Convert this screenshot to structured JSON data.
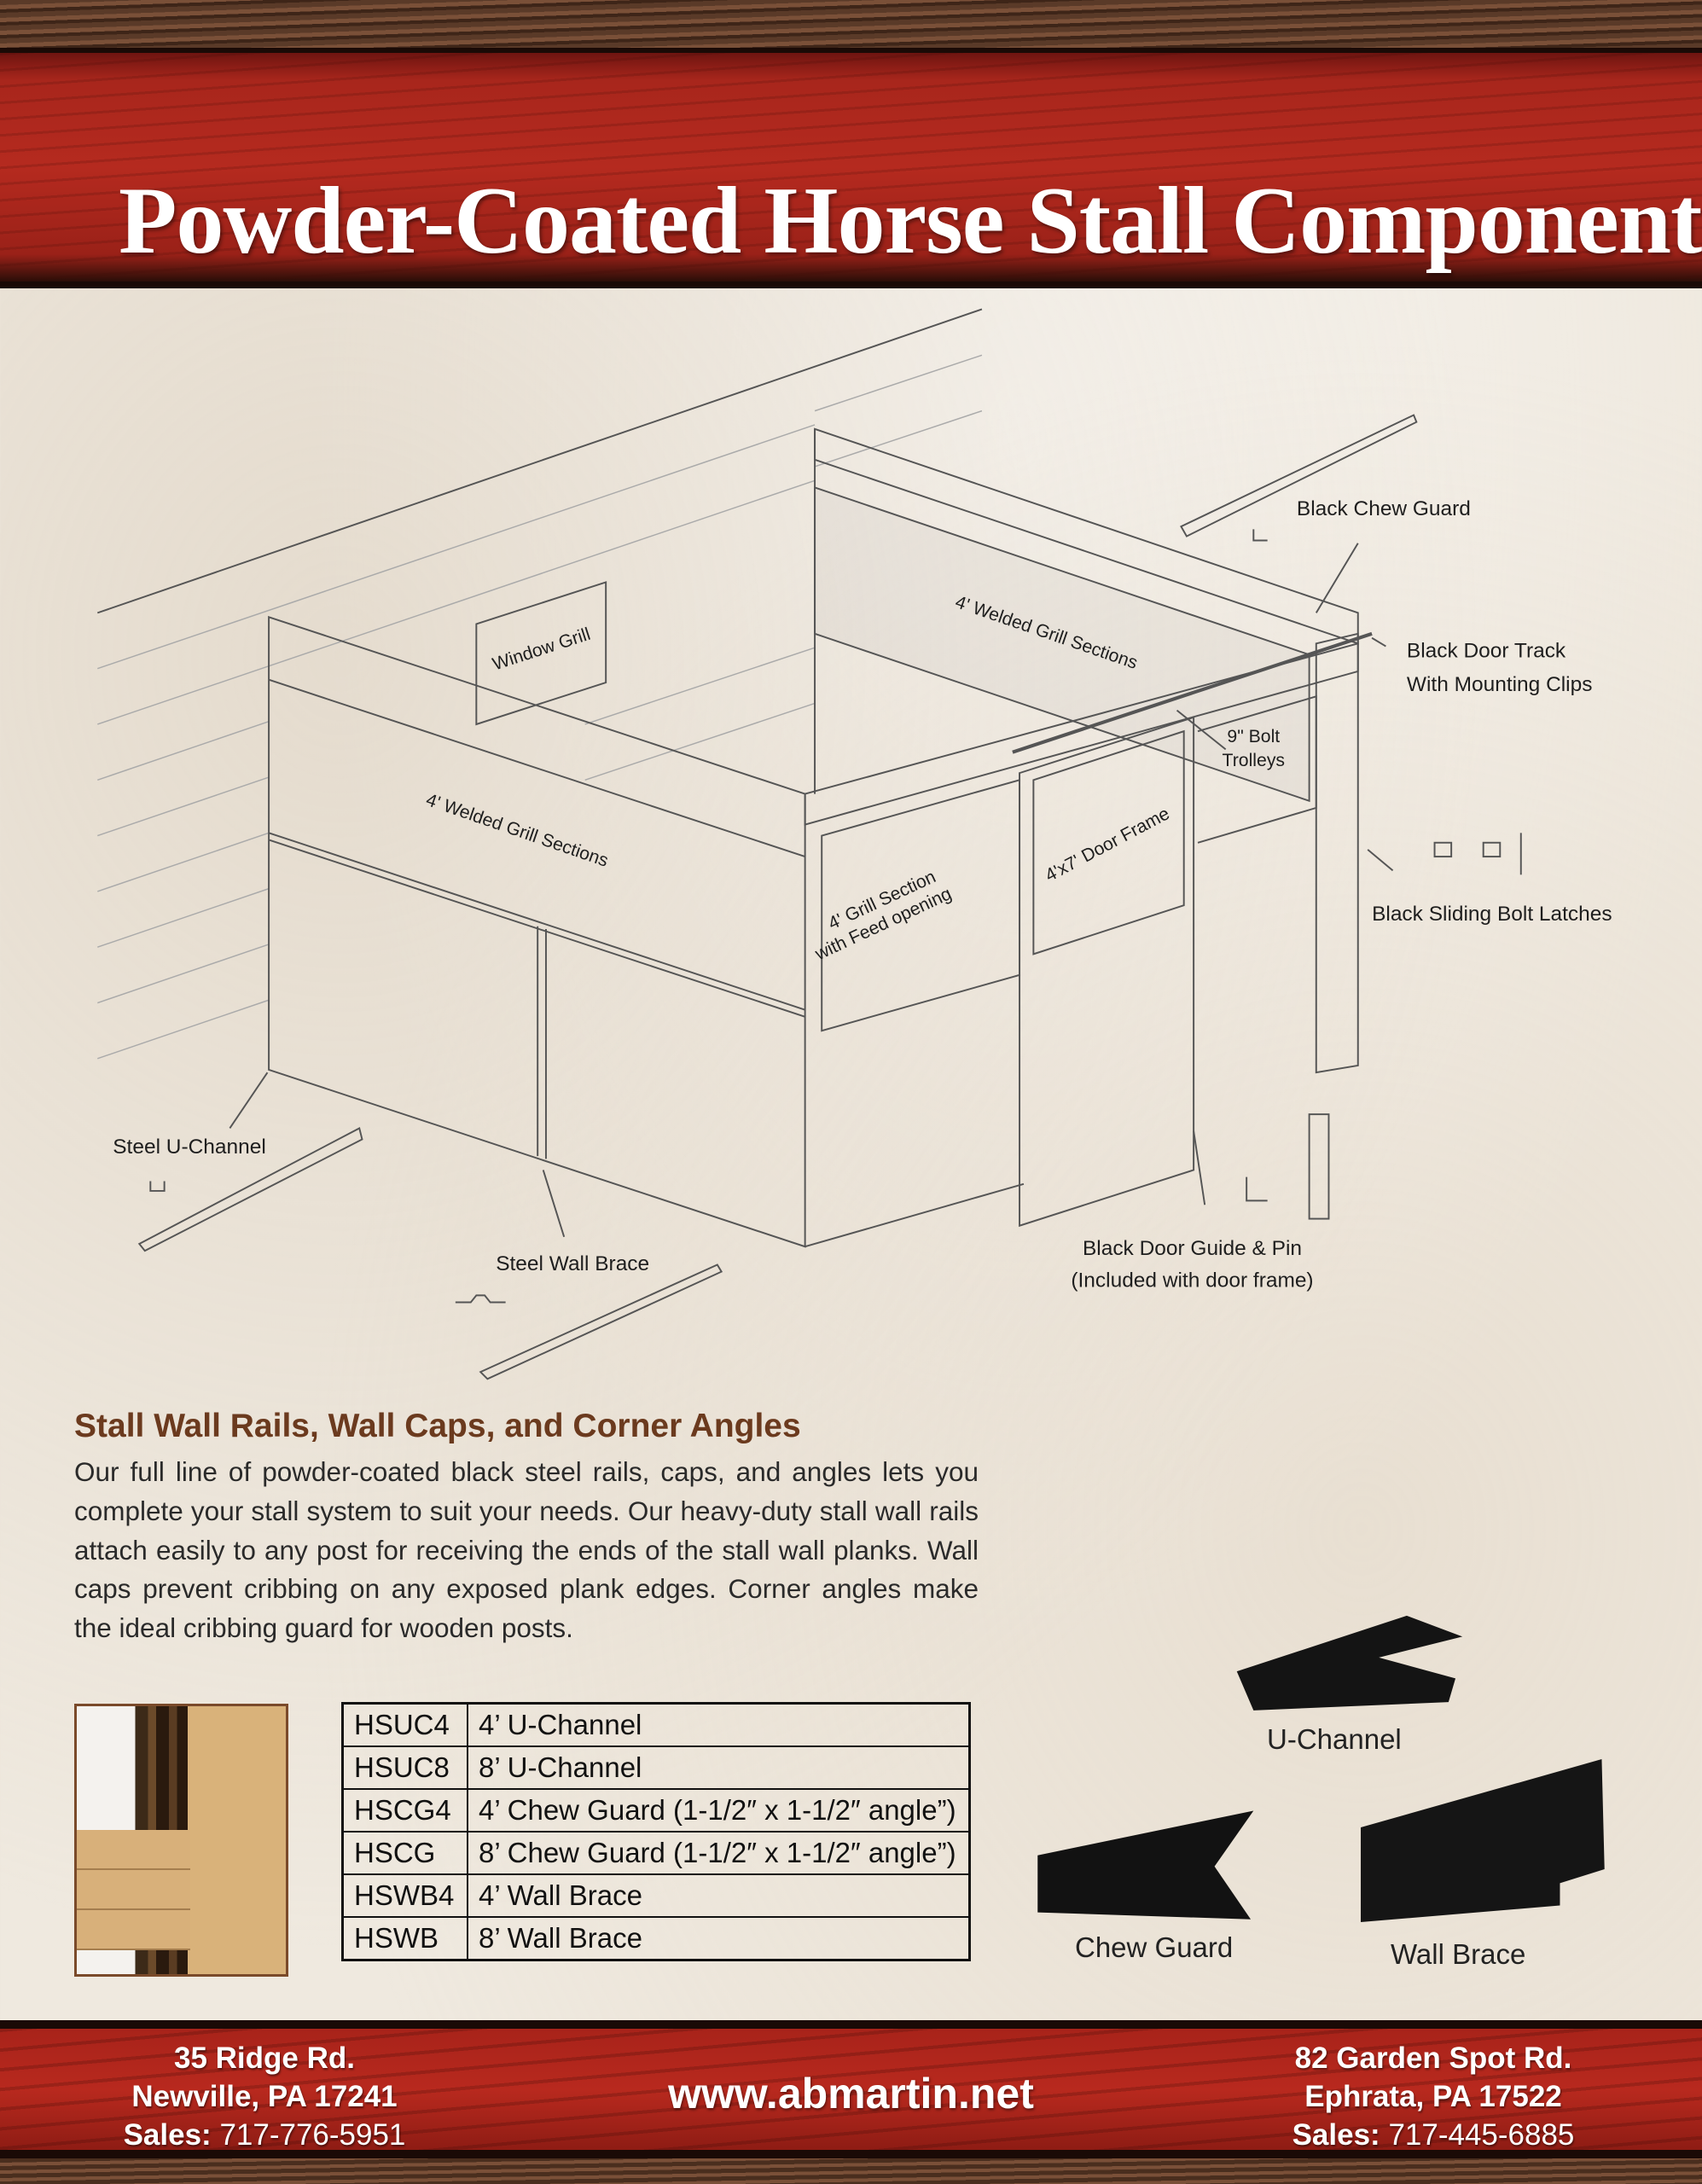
{
  "header": {
    "title": "Powder-Coated Horse Stall Components"
  },
  "diagram": {
    "labels": {
      "window_grill": "Window Grill",
      "welded_grill_back": "4' Welded Grill Sections",
      "welded_grill_front": "4' Welded Grill Sections",
      "feed_grill_line1": "4' Grill Section",
      "feed_grill_line2": "with Feed opening",
      "door_frame": "4'x7' Door Frame",
      "bolt_trolleys_line1": "9\" Bolt",
      "bolt_trolleys_line2": "Trolleys",
      "chew_guard": "Black Chew Guard",
      "door_track_line1": "Black Door Track",
      "door_track_line2": "With Mounting Clips",
      "bolt_latches": "Black Sliding Bolt Latches",
      "u_channel": "Steel U-Channel",
      "wall_brace": "Steel Wall Brace",
      "door_guide_line1": "Black Door Guide & Pin",
      "door_guide_line2": "(Included with door frame)"
    }
  },
  "section": {
    "heading": "Stall Wall Rails, Wall Caps, and Corner Angles",
    "body": "Our full line of powder-coated black steel rails, caps, and angles lets you complete your stall system to suit your needs. Our heavy-duty stall wall rails attach easily to any post for receiving the ends of the stall wall planks. Wall caps prevent cribbing on any exposed plank edges. Corner angles make the ideal cribbing guard for wooden posts."
  },
  "parts_table": [
    {
      "code": "HSUC4",
      "description": "4’ U-Channel"
    },
    {
      "code": "HSUC8",
      "description": "8’ U-Channel"
    },
    {
      "code": "HSCG4",
      "description": "4’ Chew Guard (1-1/2″ x 1-1/2″ angle”)"
    },
    {
      "code": "HSCG",
      "description": "8’ Chew Guard (1-1/2″ x 1-1/2″ angle”)"
    },
    {
      "code": "HSWB4",
      "description": "4’ Wall Brace"
    },
    {
      "code": "HSWB",
      "description": "8’ Wall Brace"
    }
  ],
  "products": {
    "u_channel": "U-Channel",
    "chew_guard": "Chew Guard",
    "wall_brace": "Wall Brace"
  },
  "footer": {
    "left": {
      "line1": "35 Ridge Rd.",
      "line2": "Newville, PA 17241",
      "sales_label": "Sales:",
      "phone": "717-776-5951"
    },
    "website": "www.abmartin.net",
    "right": {
      "line1": "82 Garden Spot Rd.",
      "line2": "Ephrata, PA 17522",
      "sales_label": "Sales:",
      "phone": "717-445-6885"
    }
  },
  "colors": {
    "header_red": "#b52a1f",
    "heading_brown": "#6b3a1e",
    "paper": "#efe9df"
  }
}
